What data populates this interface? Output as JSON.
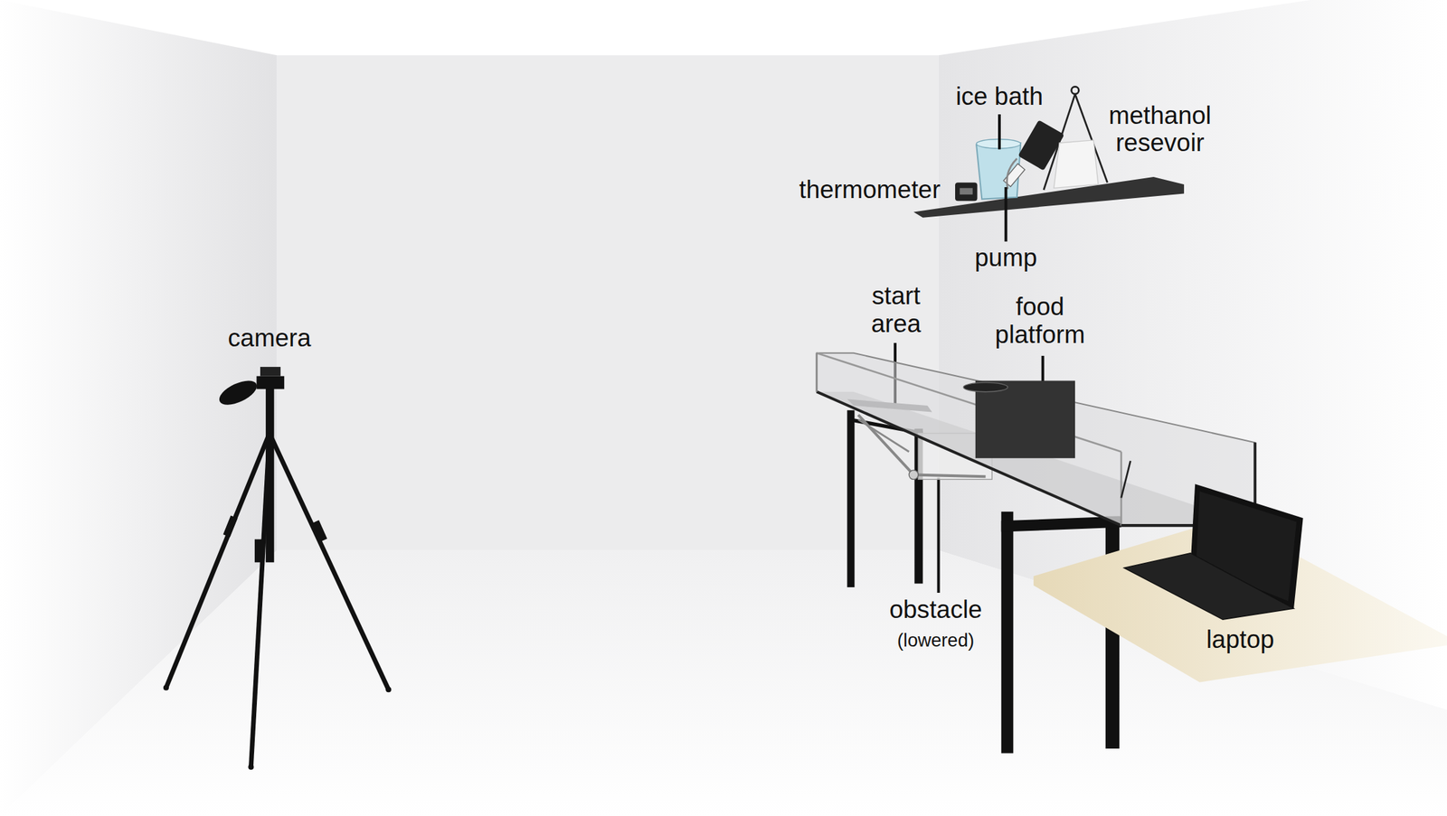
{
  "diagram": {
    "labels": [
      "ice bath",
      "methanol resevoir",
      "thermometer",
      "pump",
      "start area",
      "food platform",
      "camera",
      "obstacle",
      "(lowered)",
      "laptop"
    ]
  }
}
